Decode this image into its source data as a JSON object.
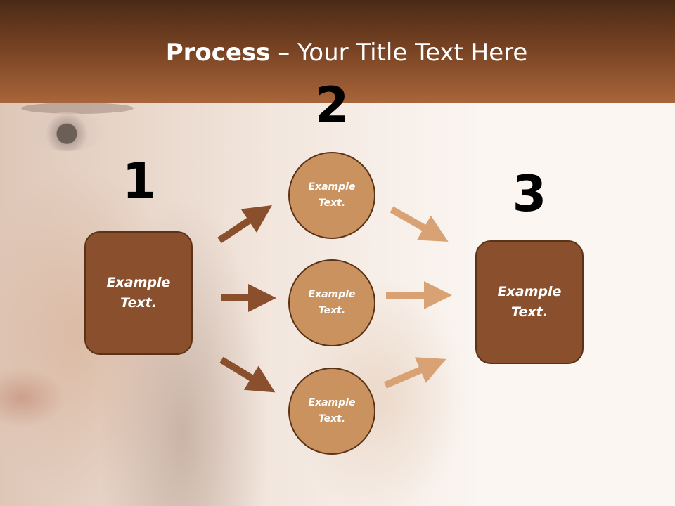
{
  "title": {
    "bold": "Process",
    "rest": " – Your Title Text Here"
  },
  "steps": [
    {
      "number": "1",
      "label": "Example Text."
    },
    {
      "number": "2",
      "labels": [
        "Example Text.",
        "Example Text.",
        "Example Text."
      ]
    },
    {
      "number": "3",
      "label": "Example Text."
    }
  ],
  "colors": {
    "header_dark": "#4a2a16",
    "header_light": "#a8653a",
    "box_fill": "#8a4f2c",
    "circle_fill": "#c9925f",
    "arrow_dark": "#8a4f2c",
    "arrow_light": "#d8a274"
  }
}
